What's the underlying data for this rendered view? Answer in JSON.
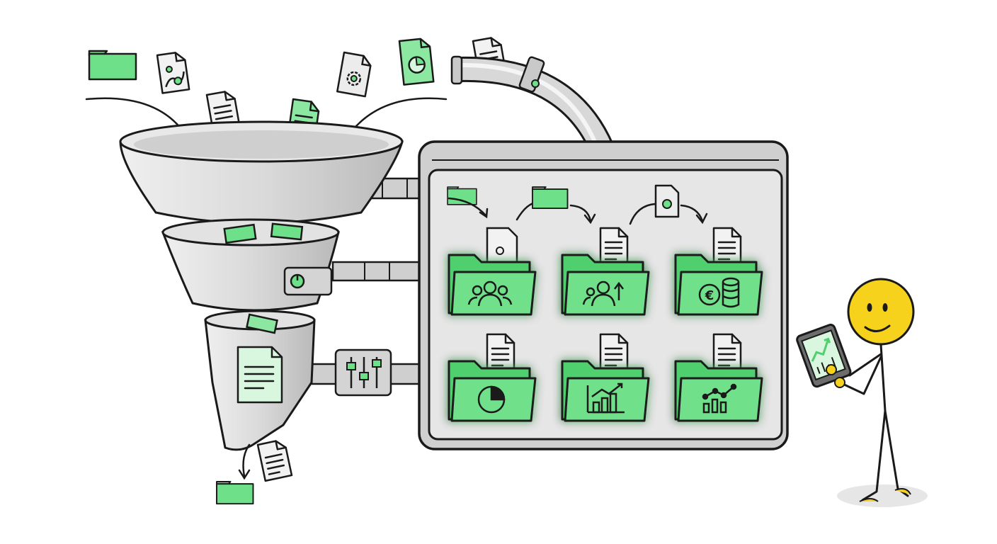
{
  "colors": {
    "ink": "#1a1a1a",
    "green": "#6fe08a",
    "green_light": "#a8efb8",
    "green_pale": "#d9f7df",
    "metal": "#d6d6d6",
    "metal_light": "#ececec",
    "metal_dark": "#a9a9a9",
    "screen": "#e4e4e4",
    "face": "#f6d21c",
    "shadow": "#e6e6e6"
  },
  "icons": {
    "incoming": [
      "folder-icon",
      "image-file-icon",
      "text-file-icon",
      "settings-file-icon",
      "pie-chart-file-icon",
      "text-file-icon",
      "text-file-icon"
    ],
    "funnel_stages": [
      "funnel-top-bowl",
      "funnel-middle-bowl",
      "funnel-bottom-spout"
    ],
    "pipes": [
      "top-pipe",
      "middle-pipe",
      "bottom-pipe",
      "arched-input-pipe"
    ],
    "controls": [
      "dial-icon",
      "sliders-icon"
    ],
    "folders": [
      "people-icon",
      "team-growth-icon",
      "euro-coins-icon",
      "pie-chart-icon",
      "bar-chart-growth-icon",
      "line-chart-icon"
    ],
    "viewer": [
      "person-figure",
      "tablet-chart-icon"
    ]
  }
}
